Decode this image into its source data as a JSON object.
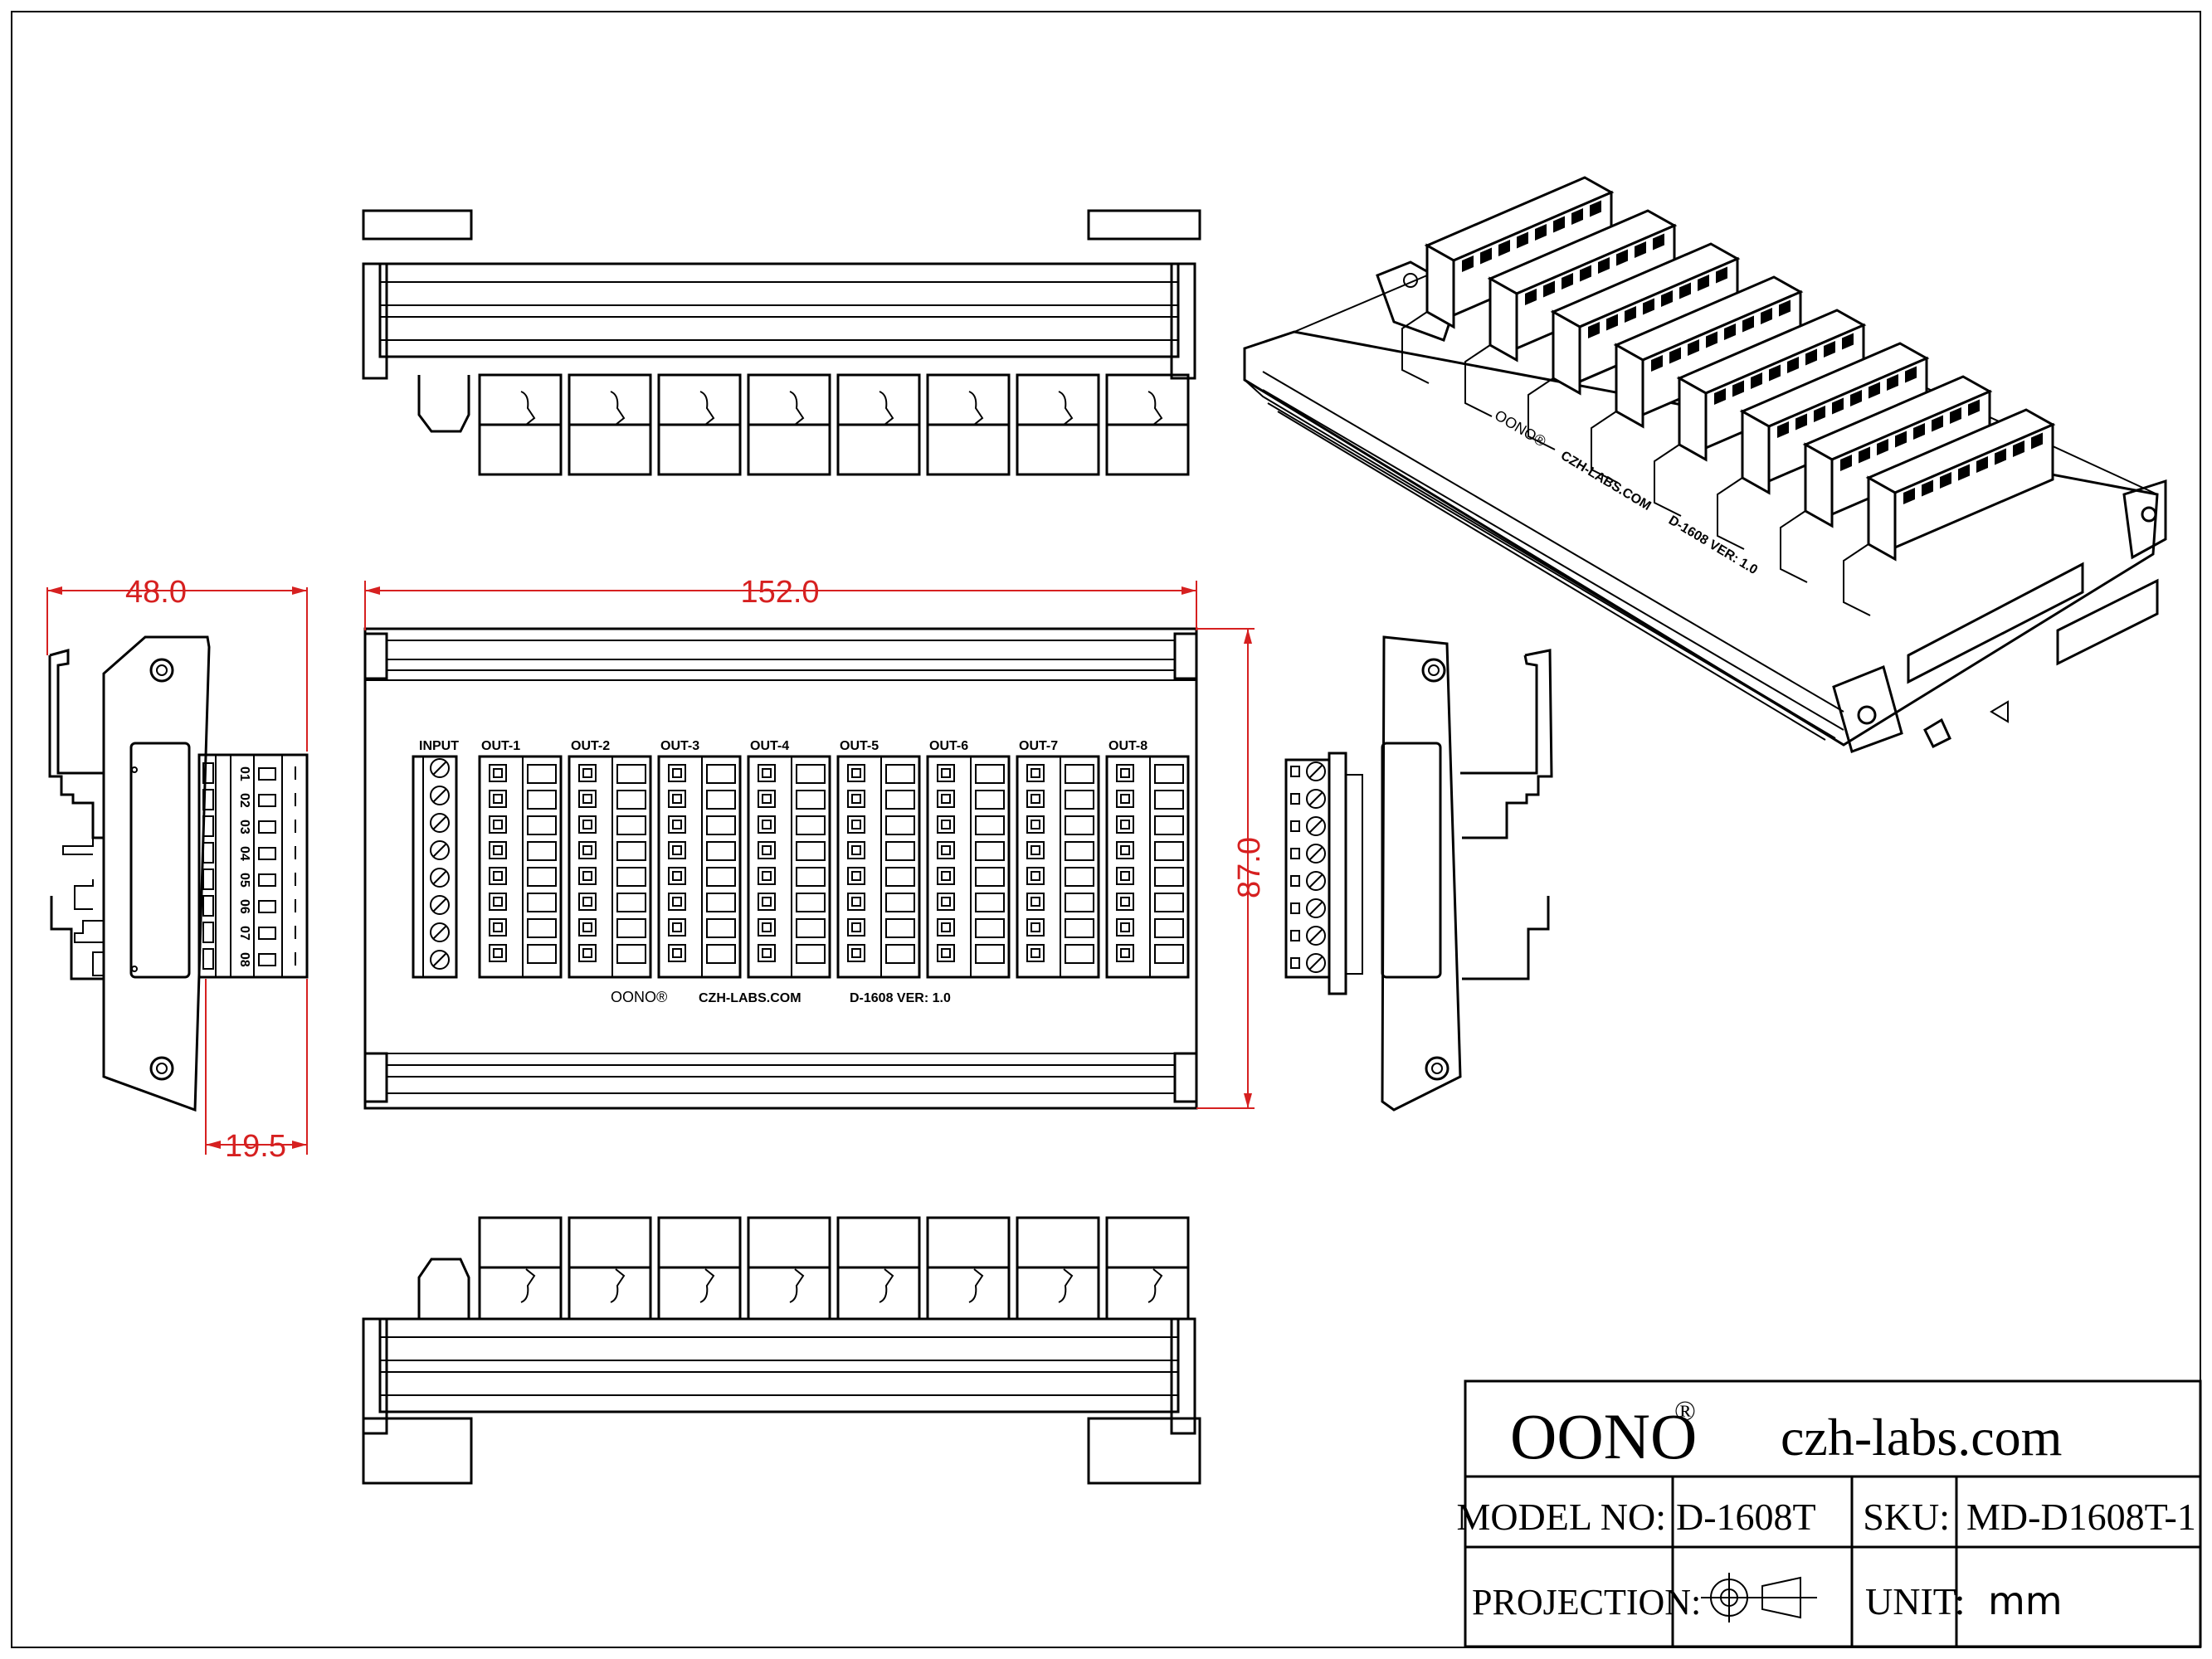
{
  "dimensions": {
    "width": "48.0",
    "length": "152.0",
    "height": "87.0",
    "depth": "19.5"
  },
  "board": {
    "input_label": "INPUT",
    "outputs": [
      "OUT-1",
      "OUT-2",
      "OUT-3",
      "OUT-4",
      "OUT-5",
      "OUT-6",
      "OUT-7",
      "OUT-8"
    ],
    "brand_mark": "OONO®",
    "website_mark": "CZH-LABS.COM",
    "version_mark": "D-1608  VER: 1.0"
  },
  "iso_view": {
    "brand_mark": "OONO®",
    "website_mark": "CZH-LABS.COM",
    "version_mark": "D-1608  VER: 1.0"
  },
  "pin_numbers": [
    "01",
    "02",
    "03",
    "04",
    "05",
    "06",
    "07",
    "08"
  ],
  "title_block": {
    "brand": "OONO",
    "brand_mark": "®",
    "website": "czh-labs.com",
    "model_label": "MODEL NO:",
    "model_value": "D-1608T",
    "sku_label": "SKU:",
    "sku_value": "MD-D1608T-1",
    "projection_label": "PROJECTION:",
    "unit_label": "UNIT:",
    "unit_value": "mm"
  },
  "colors": {
    "line": "#000000",
    "dimension": "#d62020",
    "background": "#ffffff"
  }
}
